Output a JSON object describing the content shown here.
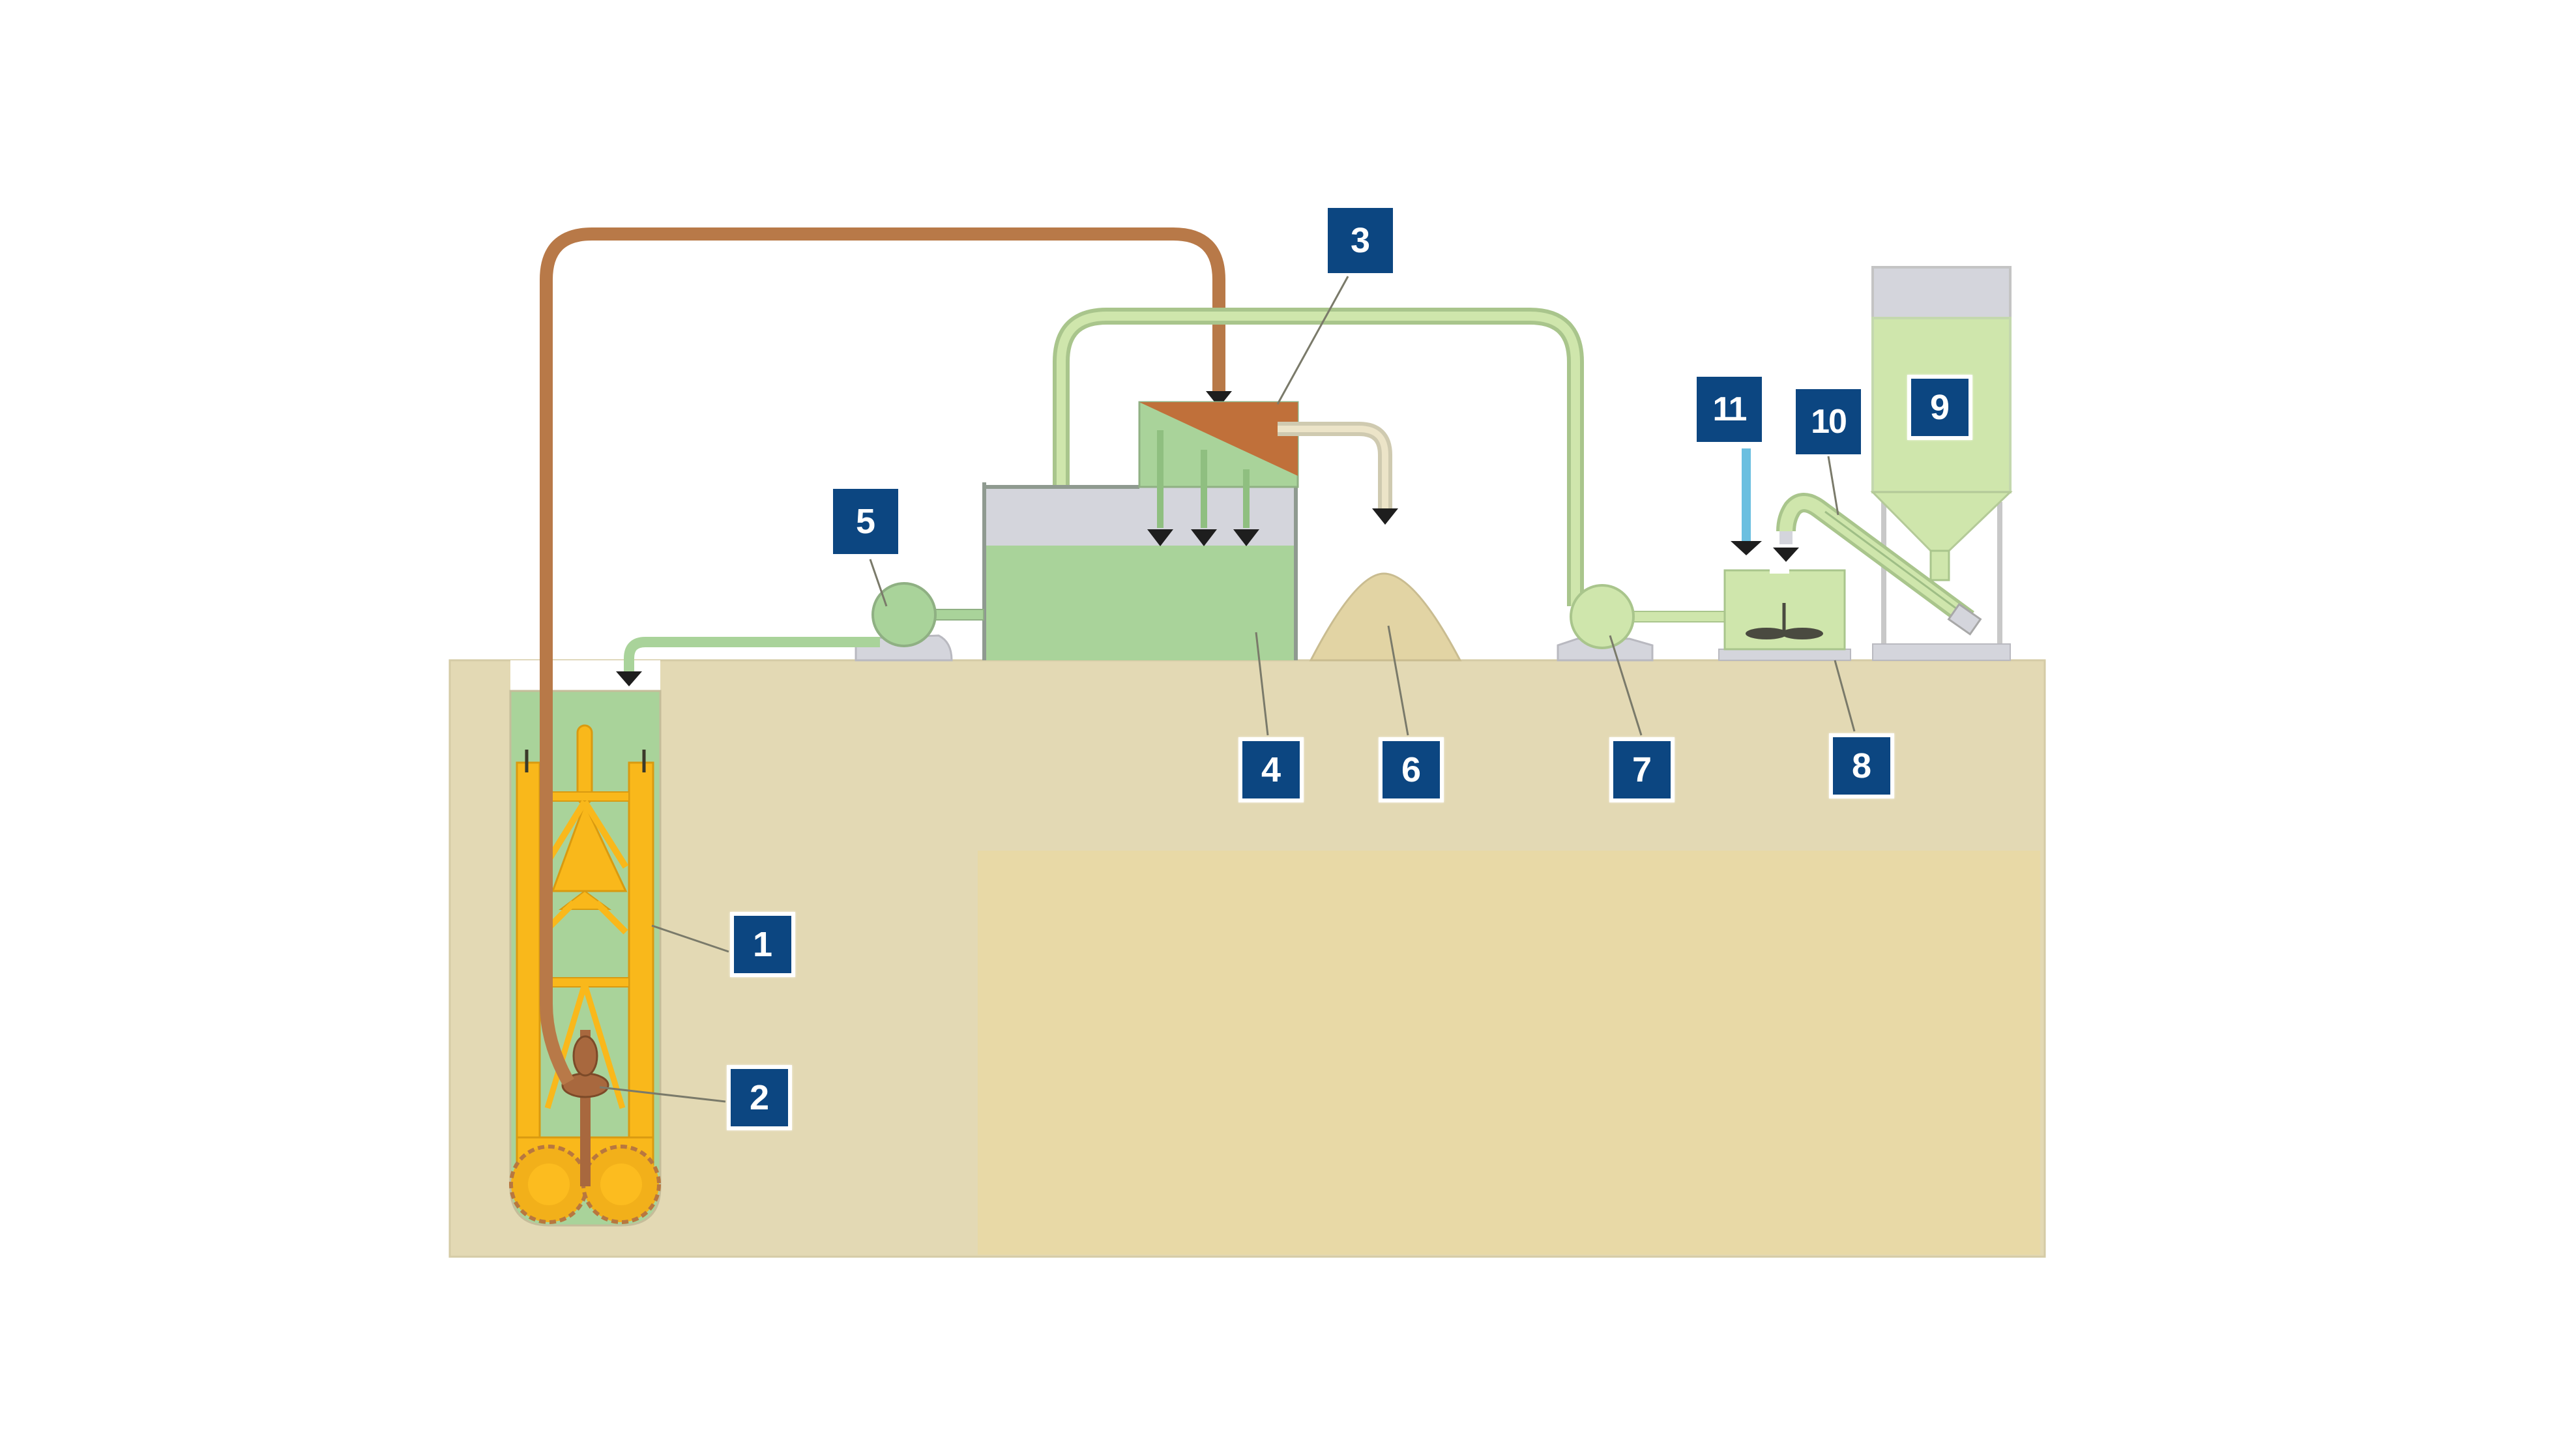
{
  "diagram": {
    "title": "Diaphragm wall trench cutter slurry circulation system",
    "colors": {
      "ground": "#e3d9b4",
      "ground_inner": "#e8d9a6",
      "slurry_green": "#a9d39a",
      "light_green": "#cfe6a8",
      "pipe_green": "#c7dea8",
      "pipe_green_edge": "#a9c58c",
      "return_pipe_brown": "#b87948",
      "hydrocyclone_brown": "#c0703a",
      "sand": "#e2d4a4",
      "tank_grey": "#d4d5dc",
      "equipment_grey": "#cfcfcf",
      "water_blue": "#6bbfe0",
      "cutter_yellow": "#f9b81b",
      "label_navy": "#0c4681",
      "arrow": "#1e1e1e"
    },
    "labels": [
      {
        "id": "1",
        "text": "1",
        "component": "trench cutter frame"
      },
      {
        "id": "2",
        "text": "2",
        "component": "submersible slurry pump"
      },
      {
        "id": "3",
        "text": "3",
        "component": "desanding screen / hydrocyclone"
      },
      {
        "id": "4",
        "text": "4",
        "component": "slurry storage tank"
      },
      {
        "id": "5",
        "text": "5",
        "component": "slurry feed pump"
      },
      {
        "id": "6",
        "text": "6",
        "component": "separated sand pile"
      },
      {
        "id": "7",
        "text": "7",
        "component": "fresh slurry pump"
      },
      {
        "id": "8",
        "text": "8",
        "component": "mixing unit"
      },
      {
        "id": "9",
        "text": "9",
        "component": "bentonite silo"
      },
      {
        "id": "10",
        "text": "10",
        "component": "screw conveyor"
      },
      {
        "id": "11",
        "text": "11",
        "component": "water supply"
      }
    ]
  }
}
